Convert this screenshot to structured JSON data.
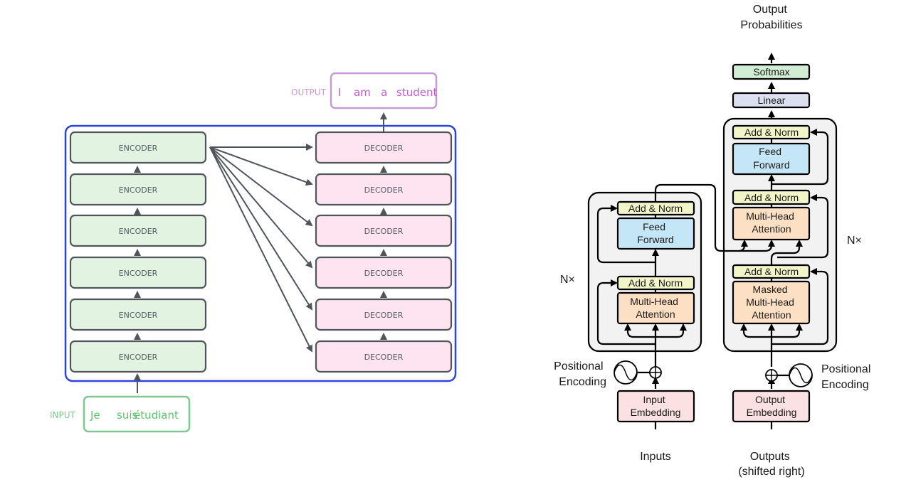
{
  "left_diagram": {
    "encoders": [
      "ENCODER",
      "ENCODER",
      "ENCODER",
      "ENCODER",
      "ENCODER",
      "ENCODER"
    ],
    "decoders": [
      "DECODER",
      "DECODER",
      "DECODER",
      "DECODER",
      "DECODER",
      "DECODER"
    ],
    "input_label": "INPUT",
    "input_tokens": [
      "Je",
      "suis",
      "étudiant"
    ],
    "output_label": "OUTPUT",
    "output_tokens": [
      "I",
      "am",
      "a",
      "student"
    ],
    "colors": {
      "encoder_fill": "#e2f4e1",
      "decoder_fill": "#fde4f0",
      "stack_outline": "#2b44e0",
      "input": "#5cc46a",
      "output": "#c05ed0"
    }
  },
  "right_diagram": {
    "output_probabilities": [
      "Output",
      "Probabilities"
    ],
    "softmax": "Softmax",
    "linear": "Linear",
    "encoder": {
      "add_norm_top": "Add & Norm",
      "feed_forward": [
        "Feed",
        "Forward"
      ],
      "add_norm_bottom": "Add & Norm",
      "attention": [
        "Multi-Head",
        "Attention"
      ],
      "repeat": "N×"
    },
    "decoder": {
      "add_norm_top": "Add & Norm",
      "feed_forward": [
        "Feed",
        "Forward"
      ],
      "add_norm_mid": "Add & Norm",
      "attention": [
        "Multi-Head",
        "Attention"
      ],
      "add_norm_bottom": "Add & Norm",
      "masked_attention": [
        "Masked",
        "Multi-Head",
        "Attention"
      ],
      "repeat": "N×"
    },
    "input_positional": [
      "Positional",
      "Encoding"
    ],
    "output_positional": [
      "Positional",
      "Encoding"
    ],
    "input_embedding": [
      "Input",
      "Embedding"
    ],
    "output_embedding": [
      "Output",
      "Embedding"
    ],
    "inputs": "Inputs",
    "outputs": [
      "Outputs",
      "(shifted right)"
    ],
    "colors": {
      "softmax": "#d3ecd4",
      "linear": "#dcdff0",
      "add_norm": "#f2f5c8",
      "feed_forward": "#c5e6f7",
      "attention": "#fde0c3",
      "embedding": "#fbe1e1",
      "stack_bg": "#f2f2f2"
    }
  }
}
